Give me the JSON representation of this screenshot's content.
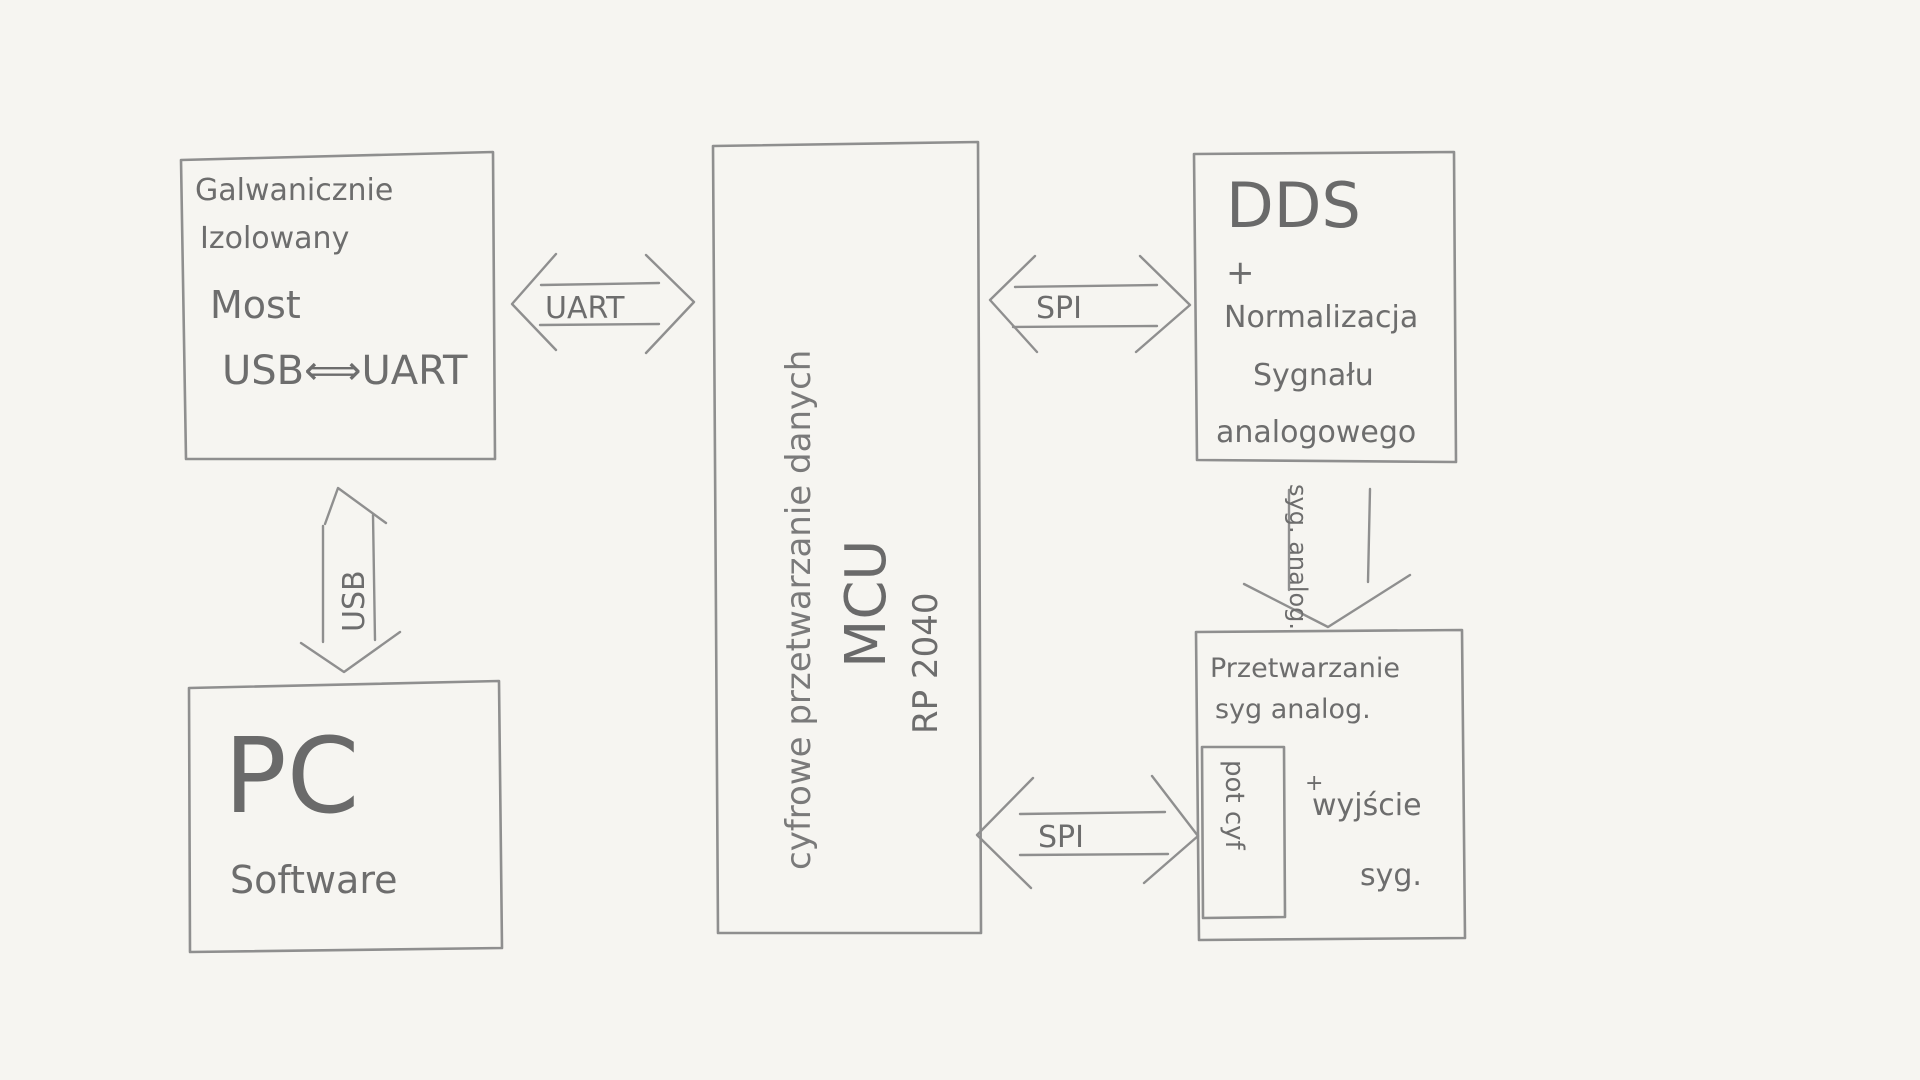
{
  "blocks": {
    "bridge": {
      "line1": "Galwanicznie",
      "line2": "Izolowany",
      "line3": "Most",
      "line4": "USB⟺UART"
    },
    "pc": {
      "title": "PC",
      "subtitle": "Software"
    },
    "mcu": {
      "description": "cyfrowe przetwarzanie danych",
      "title": "MCU",
      "chip": "RP 2040"
    },
    "dds": {
      "title": "DDS",
      "plus": "+",
      "line1": "Normalizacja",
      "line2": "Sygnału",
      "line3": "analogowego"
    },
    "analog": {
      "line1": "Przetwarzanie",
      "line2": "syg analog.",
      "plus": "+",
      "line3": "wyjście",
      "line4": "syg.",
      "pot_label": "pot cyf"
    }
  },
  "connections": {
    "uart": "UART",
    "usb": "USB",
    "spi_top": "SPI",
    "spi_bottom": "SPI",
    "analog_signal": "syg. analog."
  }
}
